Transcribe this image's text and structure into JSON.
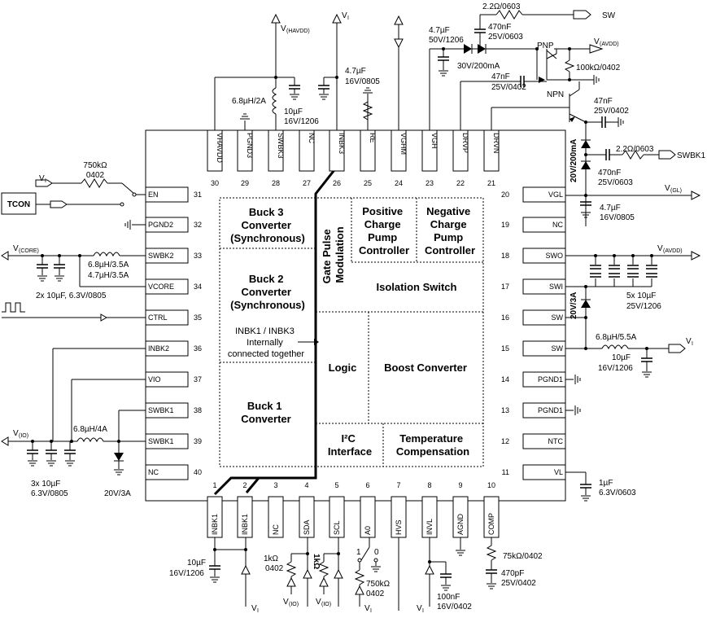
{
  "chip": {
    "blocks": {
      "buck3": [
        "Buck 3",
        "Converter",
        "(Synchronous)"
      ],
      "gate_pulse": [
        "Gate Pulse",
        "Modulation"
      ],
      "pos_cp": [
        "Positive",
        "Charge",
        "Pump",
        "Controller"
      ],
      "neg_cp": [
        "Negative",
        "Charge",
        "Pump",
        "Controller"
      ],
      "isolation": "Isolation Switch",
      "buck2": [
        "Buck 2",
        "Converter",
        "(Synchronous)"
      ],
      "inbk_note": [
        "INBK1 / INBK3",
        "Internally",
        "connected together"
      ],
      "logic": "Logic",
      "boost": "Boost Converter",
      "buck1": [
        "Buck 1",
        "Converter"
      ],
      "i2c": [
        "I²C",
        "Interface"
      ],
      "temp": [
        "Temperature",
        "Compensation"
      ]
    },
    "top_pins": [
      {
        "name": "VHAVDD",
        "num": "30"
      },
      {
        "name": "PGND3",
        "num": "29"
      },
      {
        "name": "SWBK3",
        "num": "28"
      },
      {
        "name": "NC",
        "num": "27"
      },
      {
        "name": "INBK3",
        "num": "26"
      },
      {
        "name": "RE",
        "num": "25"
      },
      {
        "name": "VGHM",
        "num": "24"
      },
      {
        "name": "VGH",
        "num": "23"
      },
      {
        "name": "DRVP",
        "num": "22"
      },
      {
        "name": "DRVN",
        "num": "21"
      }
    ],
    "left_pins": [
      {
        "name": "EN",
        "num": "31"
      },
      {
        "name": "PGND2",
        "num": "32"
      },
      {
        "name": "SWBK2",
        "num": "33"
      },
      {
        "name": "VCORE",
        "num": "34"
      },
      {
        "name": "CTRL",
        "num": "35"
      },
      {
        "name": "INBK2",
        "num": "36"
      },
      {
        "name": "VIO",
        "num": "37"
      },
      {
        "name": "SWBK1",
        "num": "38"
      },
      {
        "name": "SWBK1",
        "num": "39"
      },
      {
        "name": "NC",
        "num": "40"
      }
    ],
    "right_pins": [
      {
        "name": "VGL",
        "num": "20"
      },
      {
        "name": "NC",
        "num": "19"
      },
      {
        "name": "SWO",
        "num": "18"
      },
      {
        "name": "SWI",
        "num": "17"
      },
      {
        "name": "SW",
        "num": "16"
      },
      {
        "name": "SW",
        "num": "15"
      },
      {
        "name": "PGND1",
        "num": "14"
      },
      {
        "name": "PGND1",
        "num": "13"
      },
      {
        "name": "NTC",
        "num": "12"
      },
      {
        "name": "VL",
        "num": "11"
      }
    ],
    "bottom_pins": [
      {
        "name": "INBK1",
        "num": "1"
      },
      {
        "name": "INBK1",
        "num": "2"
      },
      {
        "name": "NC",
        "num": "3"
      },
      {
        "name": "SDA",
        "num": "4"
      },
      {
        "name": "SCL",
        "num": "5"
      },
      {
        "name": "A0",
        "num": "6"
      },
      {
        "name": "HVS",
        "num": "7"
      },
      {
        "name": "INVL",
        "num": "8"
      },
      {
        "name": "AGND",
        "num": "9"
      },
      {
        "name": "COMP",
        "num": "10"
      }
    ]
  },
  "ext": {
    "tcon": "TCON",
    "vi": "V",
    "vi_sub": "I",
    "r750_top": "750kΩ",
    "r750_bot": "0402",
    "v_core": "V",
    "v_core_sub": "(CORE)",
    "l_bk2_a": "6.8µH/3.5A",
    "l_bk2_b": "4.7µH/3.5A",
    "c_core": "2x 10µF, 6.3V/0805",
    "v_io": "V",
    "v_io_sub": "(IO)",
    "l_bk1": "6.8µH/4A",
    "c_io_a": "3x 10µF",
    "c_io_b": "6.3V/0805",
    "d_bk1": "20V/3A",
    "v_havdd": "V",
    "v_havdd_sub": "(HAVDD)",
    "l_bk3": "6.8µH/2A",
    "c_bk3_a": "10µF",
    "c_bk3_b": "16V/1206",
    "c_inbk3_a": "4.7µF",
    "c_inbk3_b": "16V/0805",
    "r_sw": "2.2Ω/0603",
    "sw": "SW",
    "c_sw_a": "470nF",
    "c_sw_b": "25V/0603",
    "c_vgh_a": "4.7µF",
    "c_vgh_b": "50V/1206",
    "d_vgh": "30V/200mA",
    "pnp": "PNP",
    "v_avdd": "V",
    "v_avdd_sub": "(AVDD)",
    "r_pnp": "100kΩ/0402",
    "c_drvp_a": "47nF",
    "c_drvp_b": "25V/0402",
    "npn": "NPN",
    "c_npn_a": "47nF",
    "c_npn_b": "25V/0402",
    "d_vgl": "20V/200mA",
    "r_swbk1": "2.2Ω/0603",
    "swbk1": "SWBK1",
    "c_vgl2_a": "470nF",
    "c_vgl2_b": "25V/0603",
    "v_gl": "V",
    "v_gl_sub": "(GL)",
    "c_vgl_a": "4.7µF",
    "c_vgl_b": "16V/0805",
    "c_swo_a": "5x 10µF",
    "c_swo_b": "25V/1206",
    "d_swi": "20V/3A",
    "l_sw": "6.8µH/5.5A",
    "c_sw15_a": "10µF",
    "c_sw15_b": "16V/1206",
    "c_vl_a": "1µF",
    "c_vl_b": "6.3V/0603",
    "c_inbk1_a": "10µF",
    "c_inbk1_b": "16V/1206",
    "r_sda_a": "1kΩ",
    "r_sda_b": "0402",
    "r_scl": "1kΩ",
    "a0_one": "1",
    "a0_zero": "0",
    "r_a0_a": "750kΩ",
    "r_a0_b": "0402",
    "c_invl_a": "100nF",
    "c_invl_b": "16V/0402",
    "r_comp": "75kΩ/0402",
    "c_comp_a": "470pF",
    "c_comp_b": "25V/0402"
  }
}
